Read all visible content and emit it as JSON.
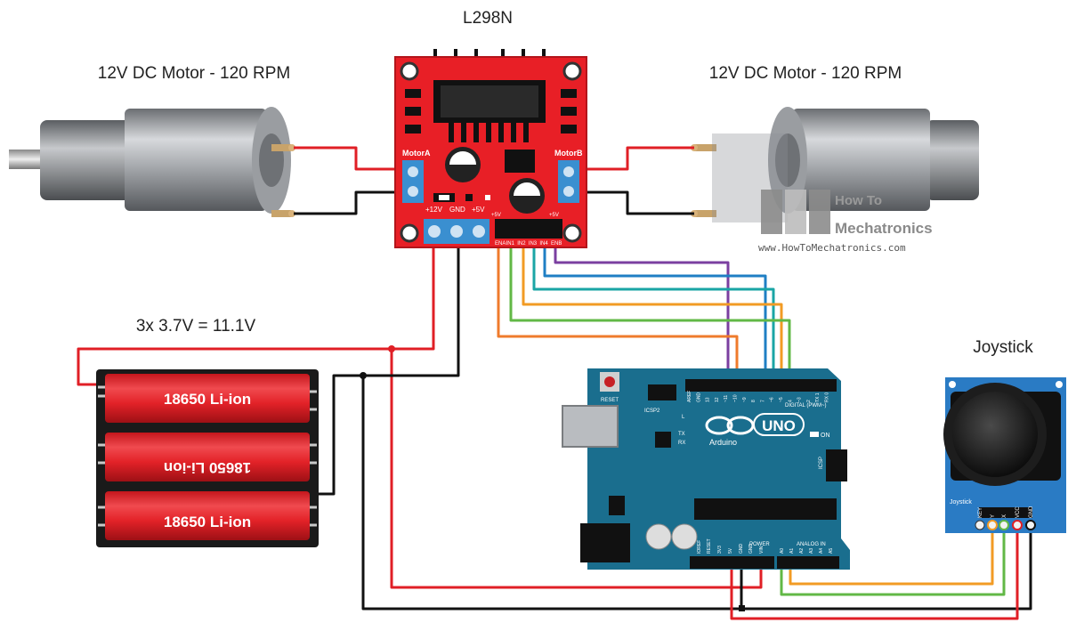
{
  "labels": {
    "driver_title": "L298N",
    "motor_left": "12V DC Motor - 120 RPM",
    "motor_right": "12V DC Motor - 120 RPM",
    "battery_label": "3x 3.7V = 11.1V",
    "joystick_label": "Joystick"
  },
  "l298n": {
    "motor_a": "MotorA",
    "motor_b": "MotorB",
    "v12": "+12V",
    "gnd": "GND",
    "v5": "+5V",
    "pin_5v_left": "+5V",
    "pin_5v_right": "+5V",
    "pins": [
      "ENA",
      "IN1",
      "IN2",
      "IN3",
      "IN4",
      "ENB"
    ]
  },
  "battery": {
    "cells": [
      "18650  Li-ion",
      "18650  Li-ion",
      "18650  Li-ion"
    ]
  },
  "arduino": {
    "brand": "Arduino",
    "model": "UNO",
    "reset": "RESET",
    "icsp2": "ICSP2",
    "icsp": "ICSP",
    "digital": "DIGITAL (PWM~)",
    "on": "ON",
    "tx": "TX",
    "rx": "RX",
    "l": "L",
    "power": "POWER",
    "analog_in": "ANALOG IN",
    "ioref": "IOREF",
    "reset_pin": "RESET",
    "v33": "3V3",
    "v5": "5V",
    "gnd1": "GND",
    "gnd2": "GND",
    "vin": "VIN",
    "digital_pins": [
      "AREF",
      "GND",
      "13",
      "12",
      "~11",
      "~10",
      "~9",
      "8",
      "7",
      "~6",
      "~5",
      "4",
      "~3",
      "2",
      "TX 1",
      "RX 0"
    ],
    "analog_pins": [
      "A0",
      "A1",
      "A2",
      "A3",
      "A4",
      "A5"
    ]
  },
  "joystick": {
    "name": "Joystick",
    "pins": [
      "KEY",
      "Y",
      "X",
      "VCC",
      "GND"
    ]
  },
  "watermark": {
    "line1": "How To",
    "line2": "Mechatronics",
    "url": "www.HowToMechatronics.com"
  },
  "colors": {
    "wire_red": "#e01f26",
    "wire_black": "#111111",
    "wire_purple": "#7b3fa0",
    "wire_blue": "#1f7fc4",
    "wire_teal": "#1aa5a5",
    "wire_orange": "#f29b24",
    "wire_green": "#62b846",
    "wire_orange2": "#ef7b2c",
    "board_red": "#e81f26",
    "arduino_teal": "#1a6e8e"
  }
}
